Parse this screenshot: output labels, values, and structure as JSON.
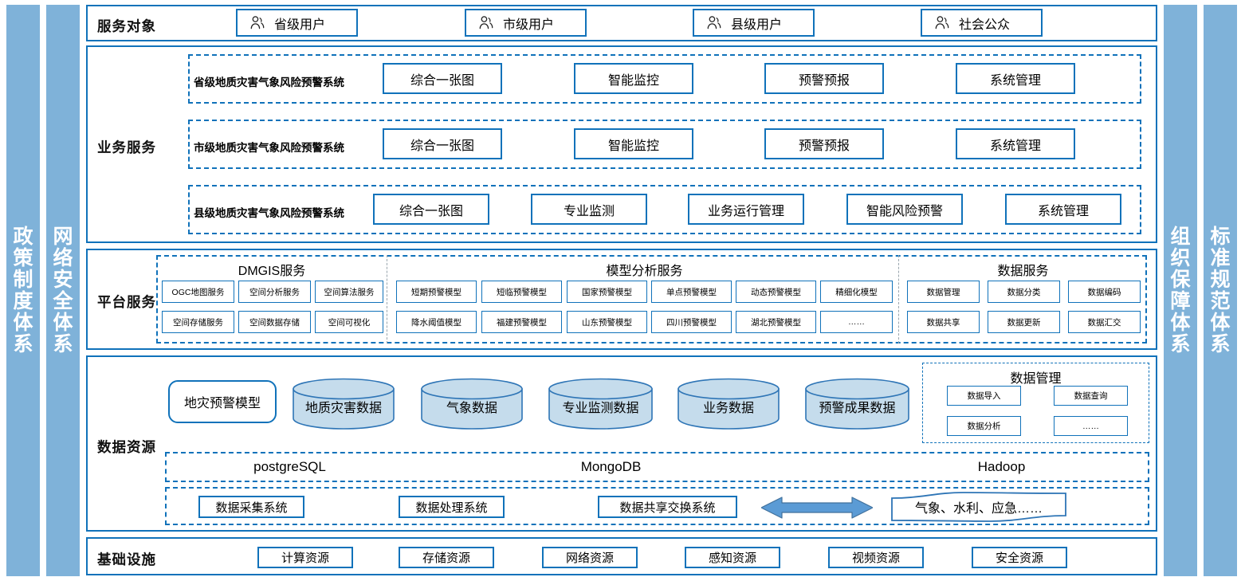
{
  "side_bars": {
    "left": [
      {
        "name": "policy-system",
        "label": "政策制度体系"
      },
      {
        "name": "network-security-system",
        "label": "网络安全体系"
      }
    ],
    "right": [
      {
        "name": "organization-guarantee-system",
        "label": "组织保障体系"
      },
      {
        "name": "standard-specification-system",
        "label": "标准规范体系"
      }
    ]
  },
  "colors": {
    "bar_fill": "#7FB2D9",
    "stroke": "#1072BA",
    "cylinder_fill": "#C5DCEC",
    "arrow_fill": "#5B9BD5"
  },
  "layers": {
    "service_targets": {
      "label": "服务对象",
      "items": [
        {
          "icon": "user-icon",
          "label": "省级用户"
        },
        {
          "icon": "user-icon",
          "label": "市级用户"
        },
        {
          "icon": "user-icon",
          "label": "县级用户"
        },
        {
          "icon": "user-icon",
          "label": "社会公众"
        }
      ]
    },
    "business_services": {
      "label": "业务服务",
      "groups": [
        {
          "system": "省级地质灾害气象风险预警系统",
          "modules": [
            "综合一张图",
            "智能监控",
            "预警预报",
            "系统管理"
          ]
        },
        {
          "system": "市级地质灾害气象风险预警系统",
          "modules": [
            "综合一张图",
            "智能监控",
            "预警预报",
            "系统管理"
          ]
        },
        {
          "system": "县级地质灾害气象风险预警系统",
          "modules": [
            "综合一张图",
            "专业监测",
            "业务运行管理",
            "智能风险预警",
            "系统管理"
          ]
        }
      ]
    },
    "platform_services": {
      "label": "平台服务",
      "groups": [
        {
          "title": "DMGIS服务",
          "row1": [
            "OGC地图服务",
            "空间分析服务",
            "空间算法服务"
          ],
          "row2": [
            "空间存储服务",
            "空间数据存储",
            "空间可视化"
          ]
        },
        {
          "title": "模型分析服务",
          "row1": [
            "短期预警模型",
            "短临预警模型",
            "国家预警模型",
            "单点预警模型",
            "动态预警模型",
            "精细化模型"
          ],
          "row2": [
            "降水阈值模型",
            "福建预警模型",
            "山东预警模型",
            "四川预警模型",
            "湖北预警模型",
            "……"
          ]
        },
        {
          "title": "数据服务",
          "row1": [
            "数据管理",
            "数据分类",
            "数据编码"
          ],
          "row2": [
            "数据共享",
            "数据更新",
            "数据汇交"
          ]
        }
      ]
    },
    "data_resources": {
      "label": "数据资源",
      "model_box": "地灾预警模型",
      "cylinders": [
        "地质灾害数据",
        "气象数据",
        "专业监测数据",
        "业务数据",
        "预警成果数据"
      ],
      "data_management": {
        "title": "数据管理",
        "items": [
          "数据导入",
          "数据查询",
          "数据分析",
          "……"
        ]
      },
      "databases": [
        "postgreSQL",
        "MongoDB",
        "Hadoop"
      ],
      "systems": [
        "数据采集系统",
        "数据处理系统",
        "数据共享交换系统"
      ],
      "exchange_arrow": "double-arrow-icon",
      "external": "气象、水利、应急……"
    },
    "infrastructure": {
      "label": "基础设施",
      "items": [
        "计算资源",
        "存储资源",
        "网络资源",
        "感知资源",
        "视频资源",
        "安全资源"
      ]
    }
  }
}
